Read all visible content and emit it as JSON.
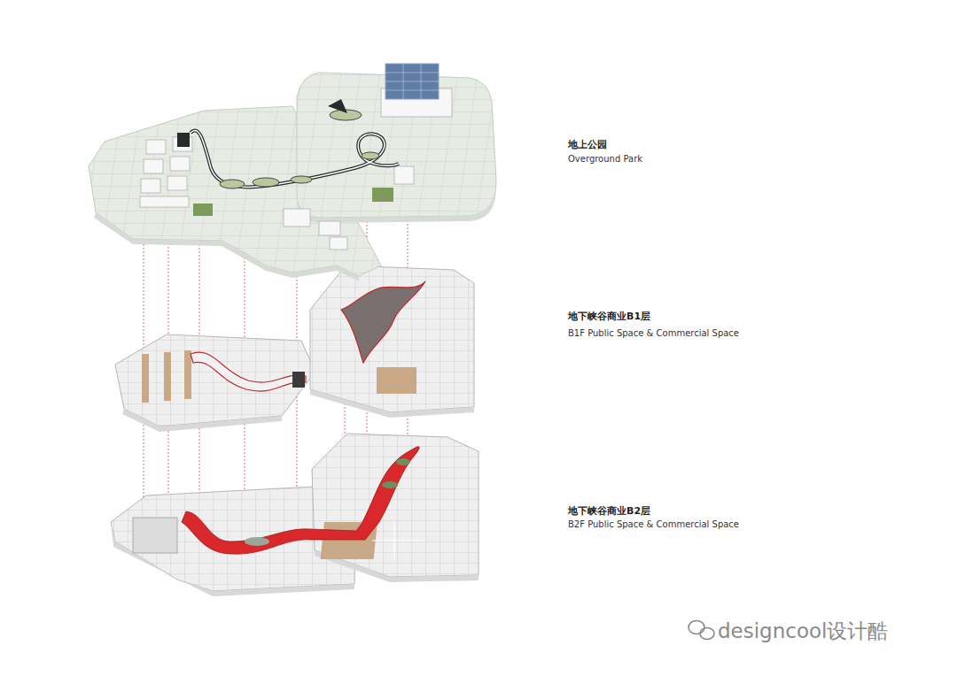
{
  "diagram": {
    "labels": [
      "地上公园",
      "Overground Park",
      "地下峡谷商业B1层",
      "B1F Public Space & Commercial Space",
      "地下峡谷商业B2层",
      "B2F Public Space & Commercial Space",
      "designcool设计酷"
    ]
  }
}
